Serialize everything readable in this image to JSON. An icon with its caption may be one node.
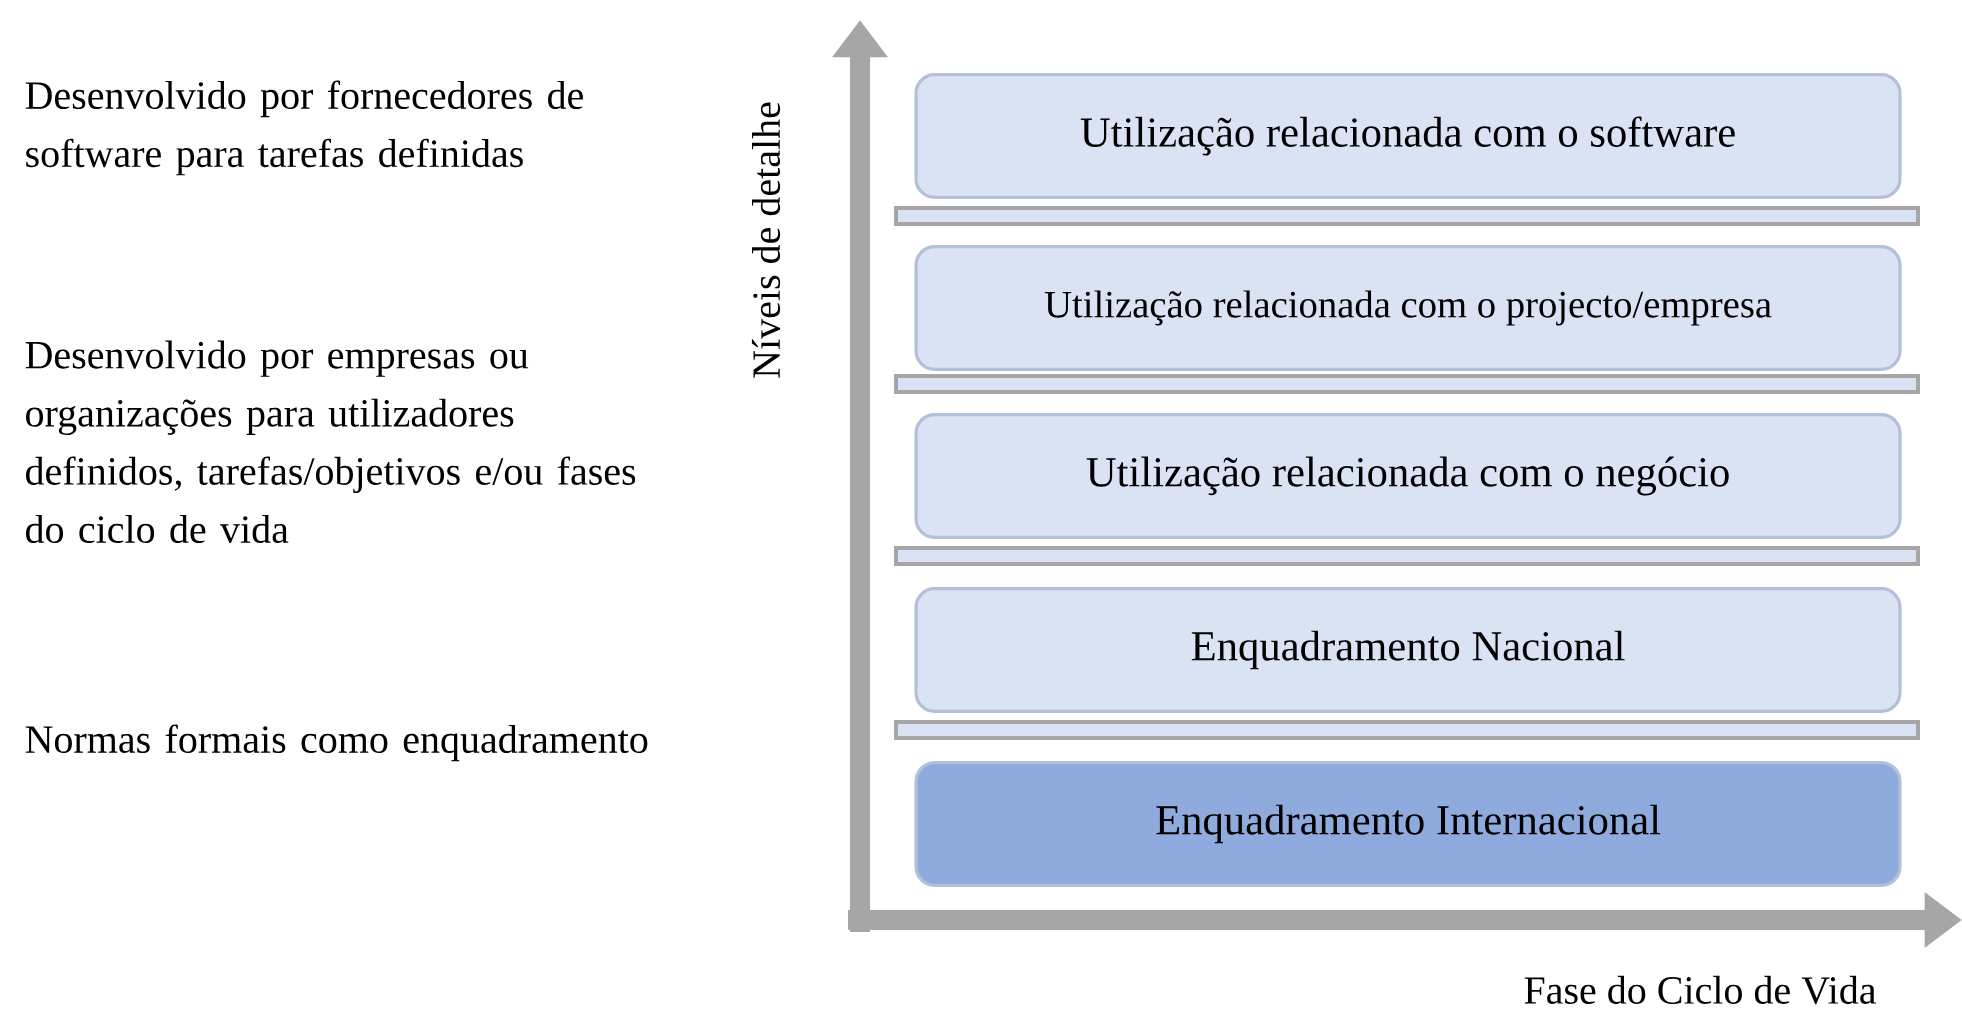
{
  "diagram": {
    "nodes": [
      {
        "text": [
          "Utilização relacionada com o software"
        ]
      },
      {
        "text": [
          "Utilização relacionada com o projecto/empresa"
        ]
      },
      {
        "text": [
          "Utilização relacionada com o negócio"
        ]
      },
      {
        "text": [
          "Enquadramento Nacional"
        ]
      },
      {
        "text": [
          "Enquadramento Internacional"
        ]
      }
    ],
    "labels": [
      "Desenvolvido por fornecedores de software para tarefas definidas",
      "Desenvolvido por empresas ou organizações para utilizadores definidos, tarefas/objetivos e/ou fases do ciclo de vida",
      "Normas formais como enquadramento",
      "Níveis de detalhe",
      "Fase do Ciclo de Vida"
    ]
  }
}
